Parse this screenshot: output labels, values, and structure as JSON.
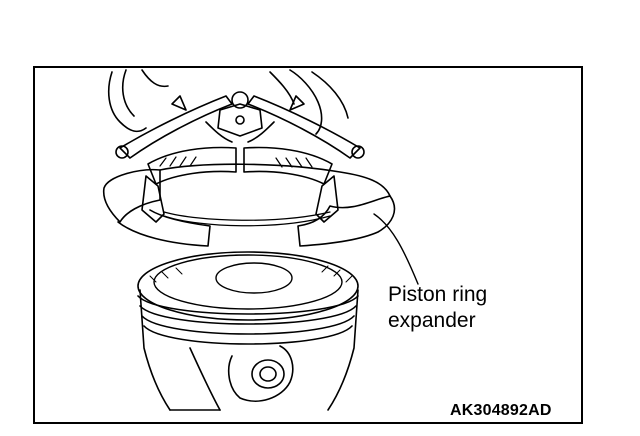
{
  "labels": {
    "callout_line1": "Piston ring",
    "callout_line2": "expander",
    "figure_code": "AK304892AD"
  },
  "colors": {
    "ink": "#000000",
    "paper": "#ffffff"
  }
}
